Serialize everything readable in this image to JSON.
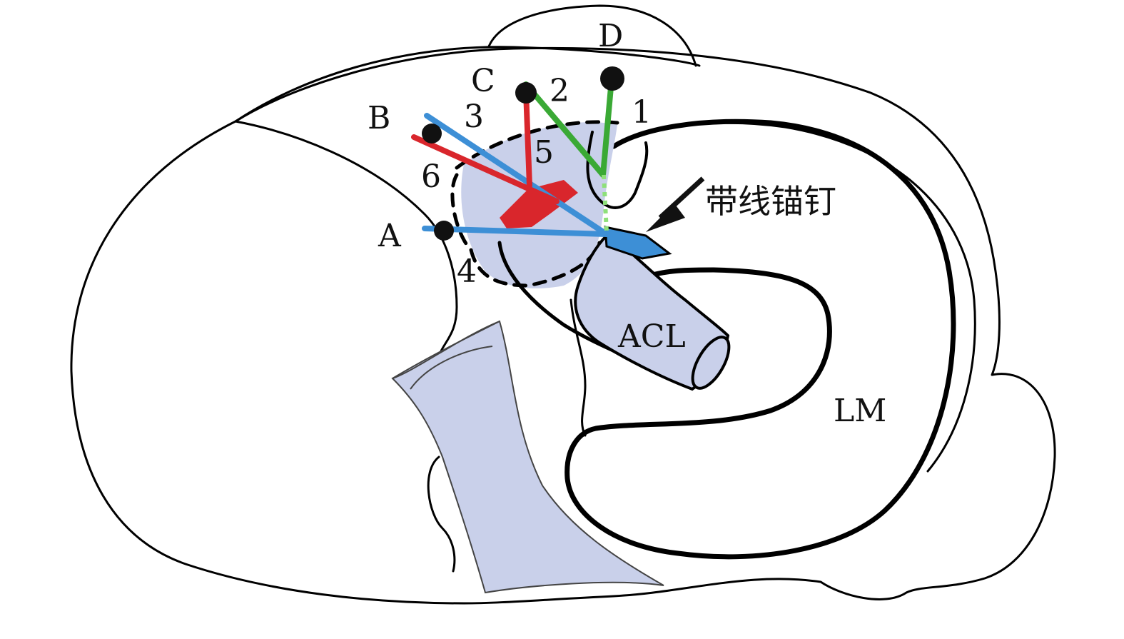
{
  "labels": {
    "point_a": "A",
    "point_b": "B",
    "point_c": "C",
    "point_d": "D",
    "num_1": "1",
    "num_2": "2",
    "num_3": "3",
    "num_4": "4",
    "num_5": "5",
    "num_6": "6",
    "anchor": "带线锚钉",
    "acl": "ACL",
    "lm": "LM"
  },
  "colors": {
    "green": "#3aa935",
    "blue": "#3d8fd6",
    "red": "#d9262c",
    "tissue_fill": "#c9d0ea",
    "outline": "#000000"
  }
}
